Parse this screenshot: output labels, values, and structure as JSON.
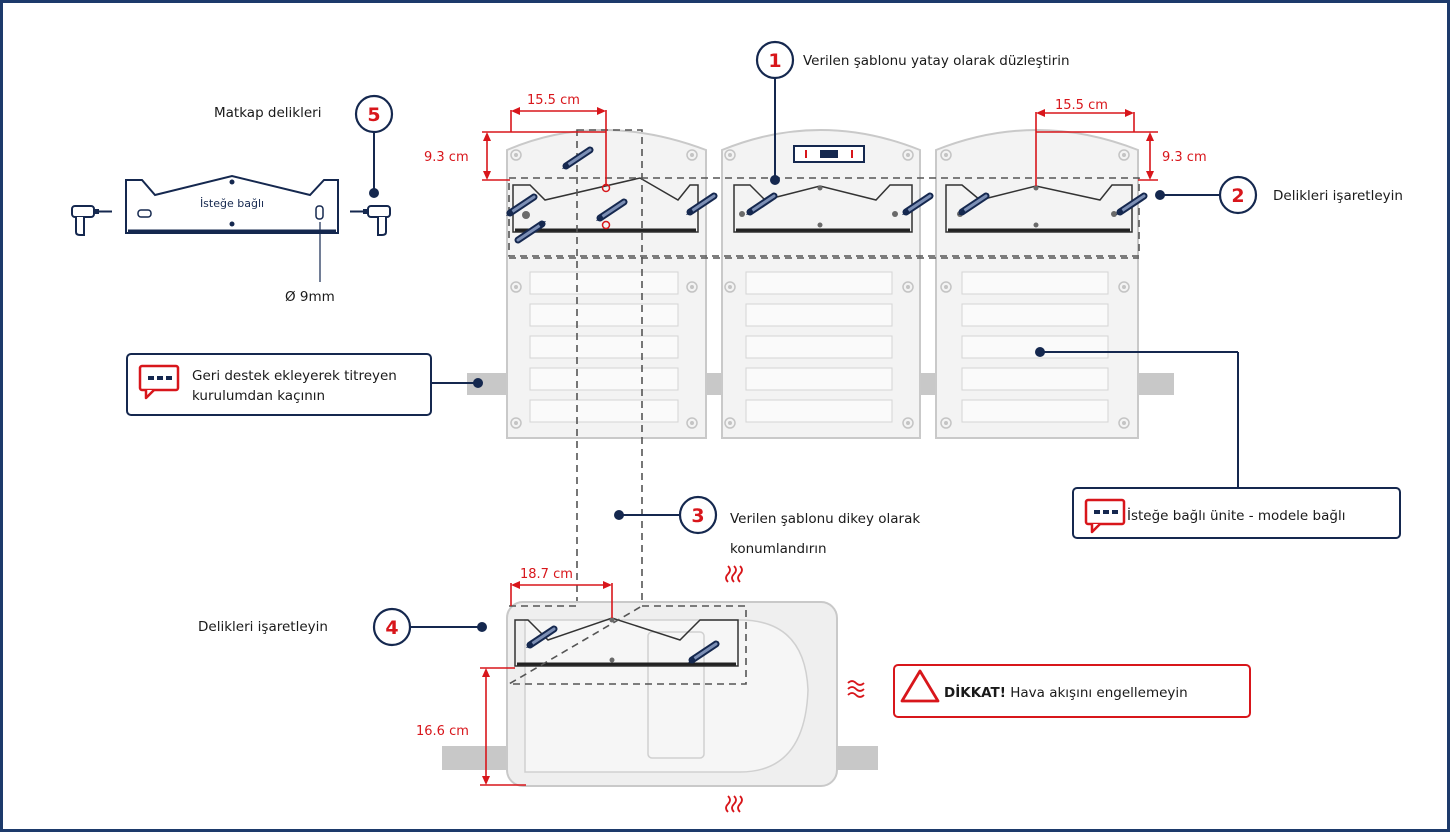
{
  "colors": {
    "frame": "#1d3a6b",
    "accent_red": "#d8161b",
    "navy": "#15284f",
    "unit_stroke": "#c9c9c9",
    "unit_fill": "#f3f3f3",
    "dashed": "#555555"
  },
  "steps": [
    {
      "number": "1",
      "text": "Verilen şablonu yatay olarak düzleştirin"
    },
    {
      "number": "2",
      "text": "Delikleri işaretleyin"
    },
    {
      "number": "3",
      "text_line1": "Verilen şablonu dikey olarak",
      "text_line2": "konumlandırın"
    },
    {
      "number": "4",
      "text": "Delikleri işaretleyin"
    },
    {
      "number": "5",
      "text": "Matkap delikleri"
    }
  ],
  "bracket": {
    "label": "İsteğe bağlı",
    "diameter": "Ø 9mm"
  },
  "dimensions": {
    "top_left_width": "15.5 cm",
    "top_left_height": "9.3 cm",
    "top_right_width": "15.5 cm",
    "top_right_height": "9.3 cm",
    "bottom_width": "18.7 cm",
    "bottom_height": "16.6 cm"
  },
  "callouts": {
    "vibration_line1": "Geri destek ekleyerek titreyen",
    "vibration_line2": "kurulumdan kaçının",
    "optional_unit": "İsteğe bağlı ünite - modele bağlı",
    "warning_bold": "DİKKAT!",
    "warning_text": " Hava akışını engellemeyin"
  },
  "icons": [
    "drill-icon",
    "pencil-icon",
    "speech-bubble-icon",
    "warning-triangle-icon",
    "heat-wave-icon"
  ]
}
